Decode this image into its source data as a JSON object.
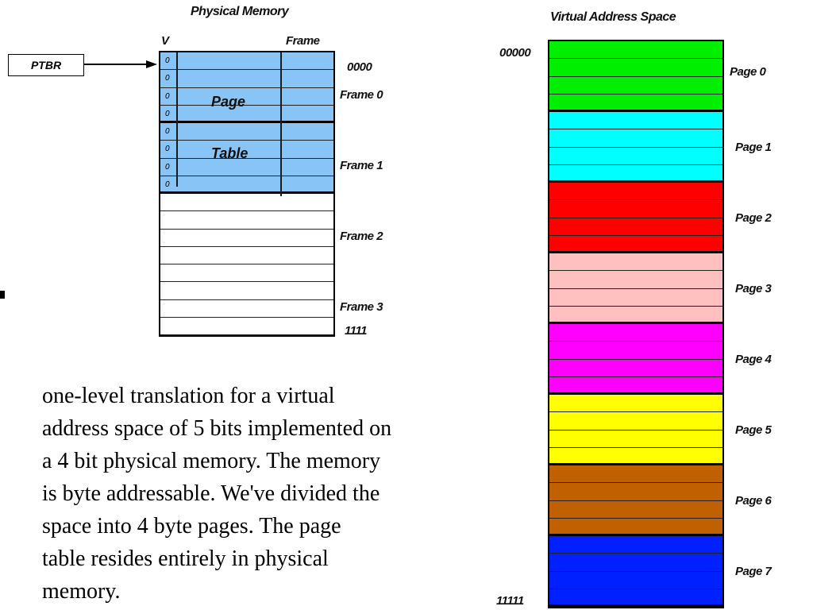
{
  "physical_memory": {
    "title": "Physical Memory",
    "v_header": "V",
    "frame_header": "Frame",
    "addr_start": "0000",
    "addr_end": "1111",
    "frame_labels": [
      "Frame 0",
      "Frame 1",
      "Frame 2",
      "Frame 3"
    ],
    "page_table_rows": 8,
    "total_rows": 16,
    "v_bit_value": "0",
    "page_table_text": [
      "Page",
      "Table"
    ],
    "page_table_color": "#88c4f6"
  },
  "ptbr": {
    "label": "PTBR"
  },
  "virtual_space": {
    "title": "Virtual Address Space",
    "addr_start": "00000",
    "addr_end": "11111",
    "pages": [
      {
        "label": "Page 0",
        "color": "#00ee00"
      },
      {
        "label": "Page 1",
        "color": "#00ffff"
      },
      {
        "label": "Page 2",
        "color": "#ff0000"
      },
      {
        "label": "Page 3",
        "color": "#ffc0c0"
      },
      {
        "label": "Page 4",
        "color": "#ff00ff"
      },
      {
        "label": "Page 5",
        "color": "#ffff00"
      },
      {
        "label": "Page 6",
        "color": "#c06000"
      },
      {
        "label": "Page 7",
        "color": "#0020ff"
      }
    ],
    "rows_per_page": 4
  },
  "caption": "one-level translation for a virtual\naddress  space of 5 bits implemented on\na 4 bit physical memory.  The memory\nis  byte addressable.  We've divided the\nspace into 4 byte pages.  The page\ntable resides entirely in physical\nmemory."
}
